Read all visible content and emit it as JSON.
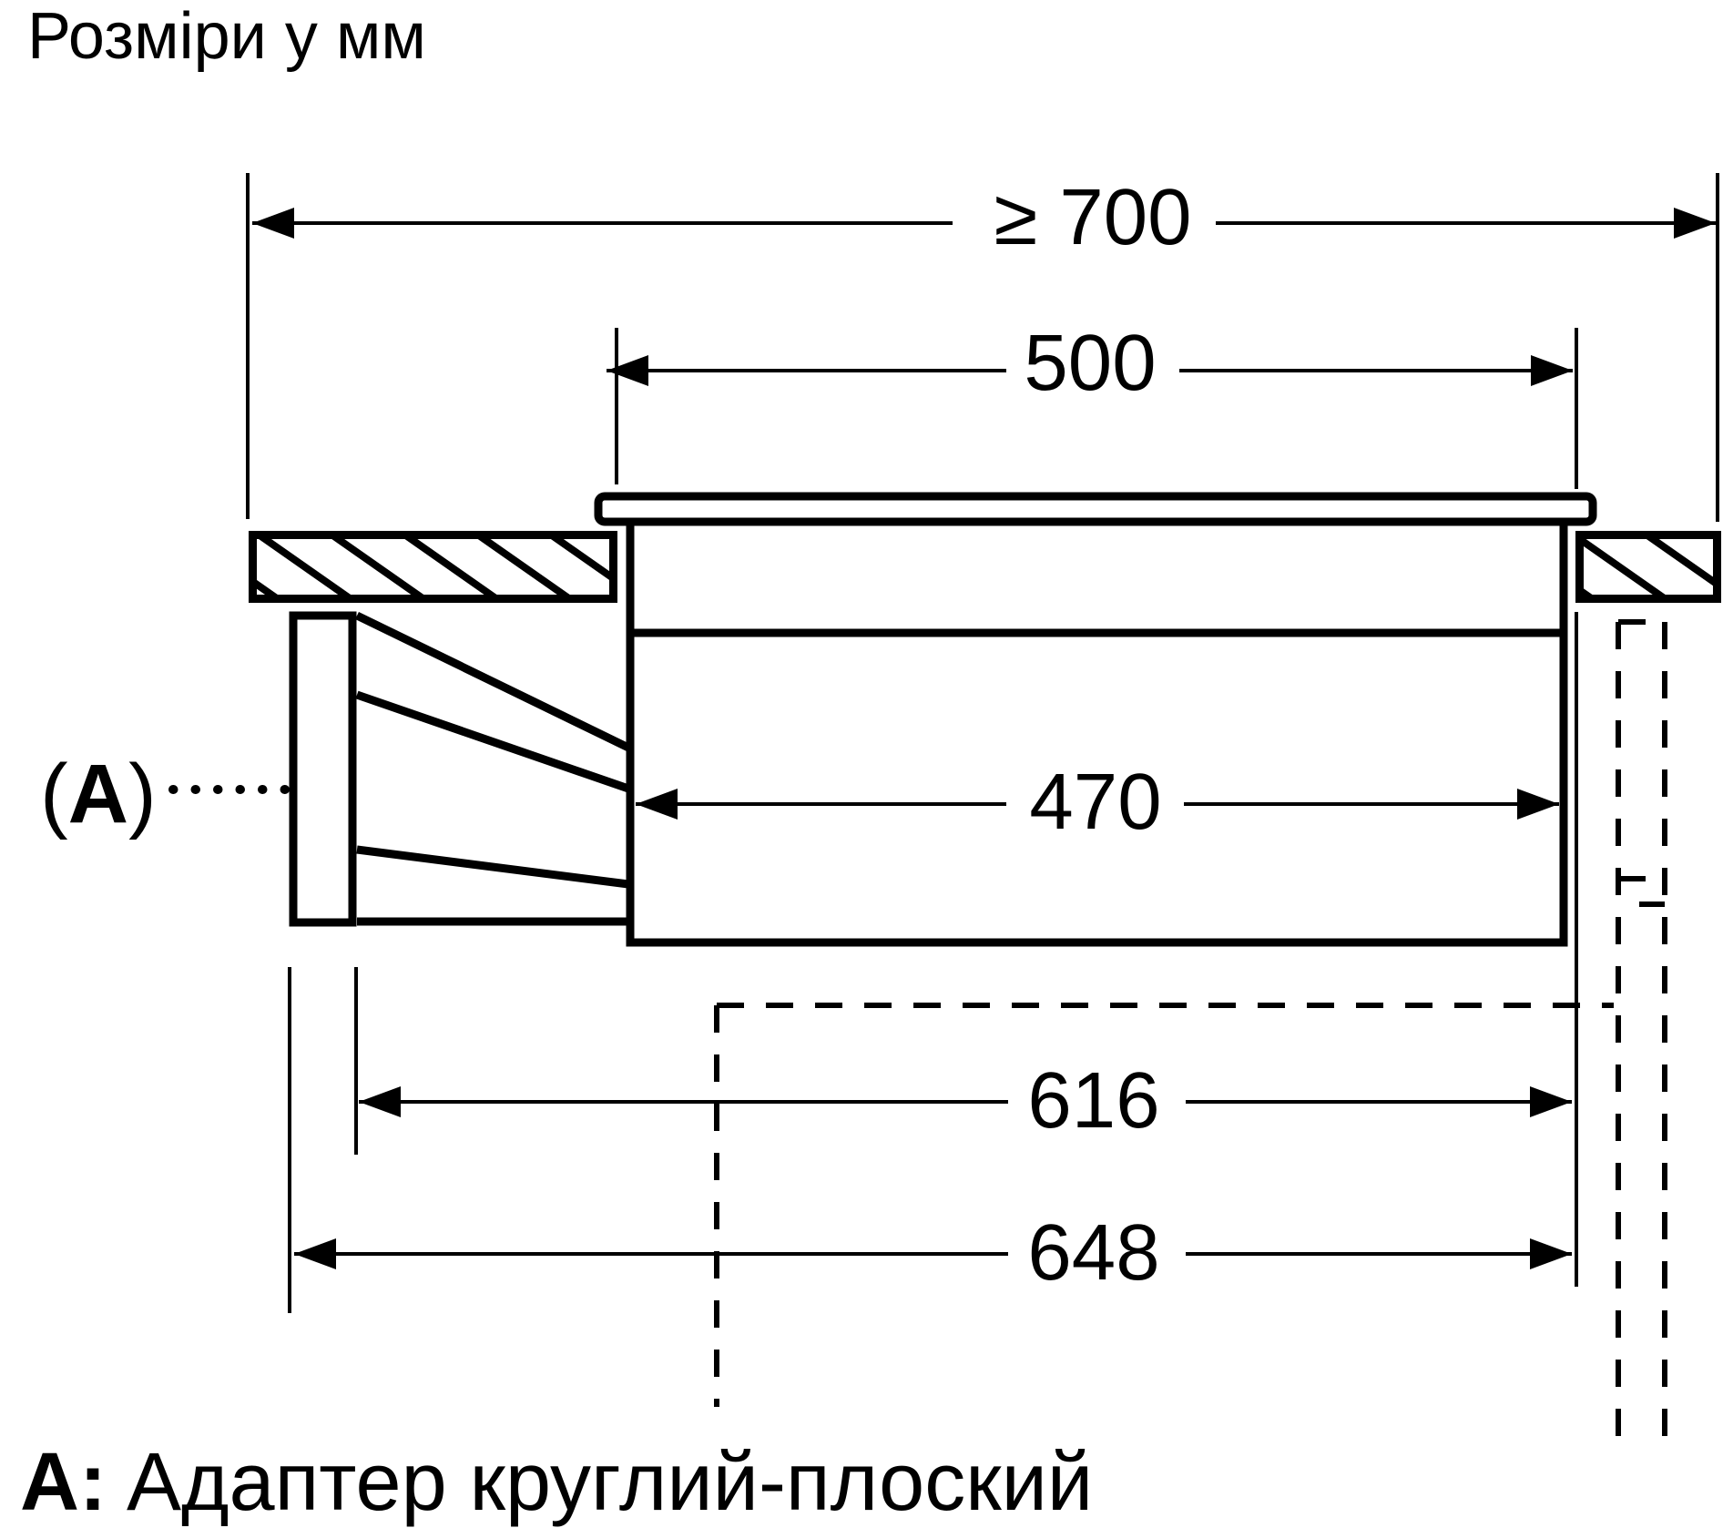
{
  "title": "Розміри у мм",
  "dimensions": {
    "min_width": "≥ 700",
    "hob_width": "500",
    "body_width": "470",
    "inner_depth": "616",
    "outer_depth": "648"
  },
  "adapter_label": {
    "open": "(",
    "letter": "A",
    "close": ")"
  },
  "caption": {
    "key": "А:",
    "text": "Адаптер круглий-плоский"
  },
  "colors": {
    "line": "#000000",
    "background": "#ffffff"
  }
}
